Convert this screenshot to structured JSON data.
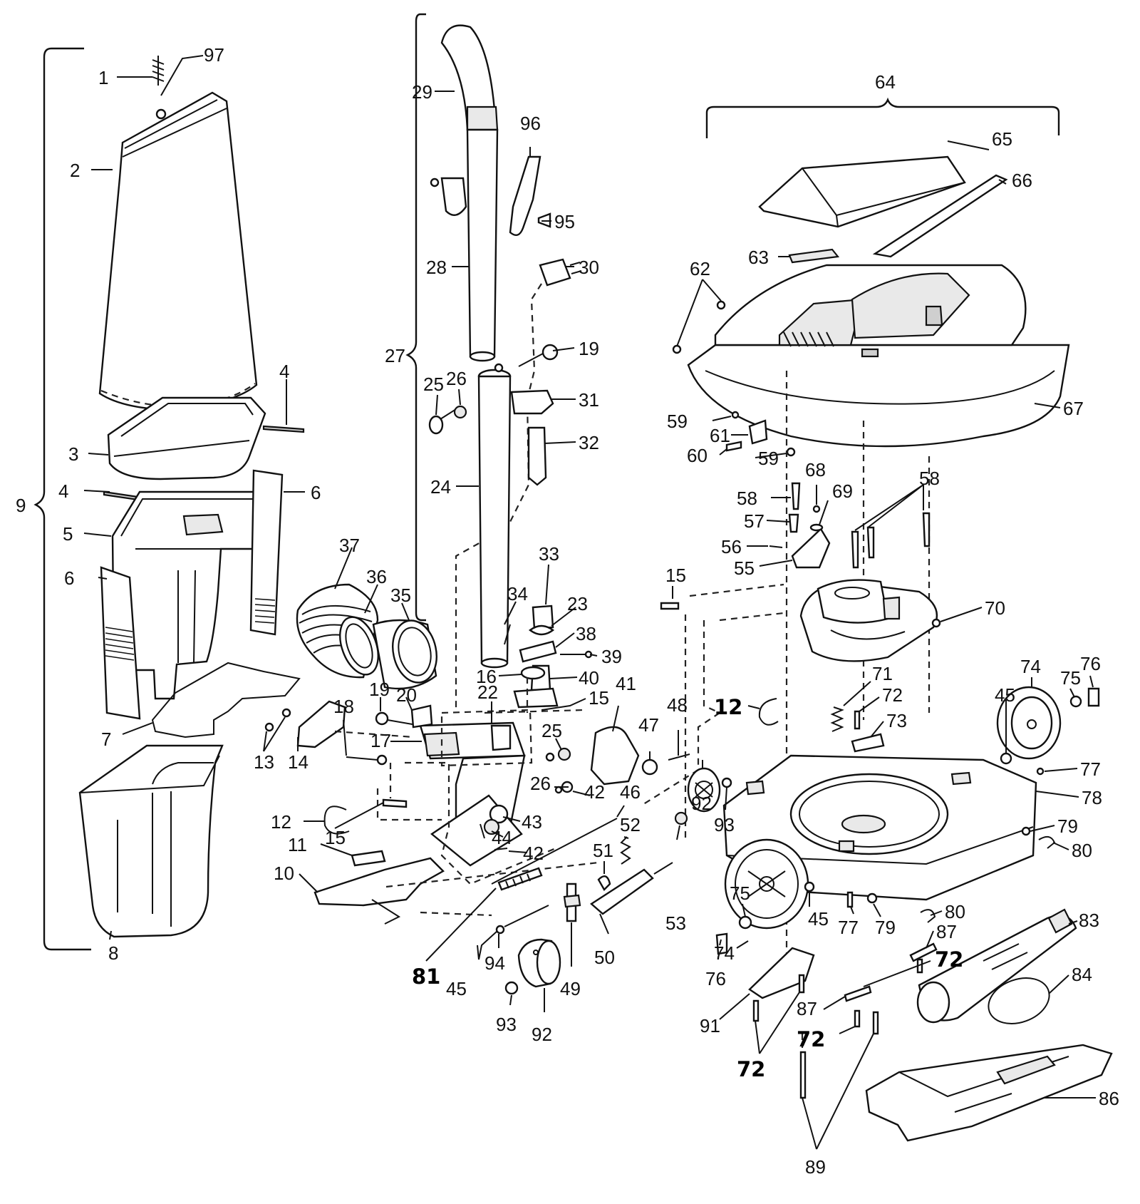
{
  "diagram": {
    "labels": {
      "l1": "1",
      "l97": "97",
      "l2": "2",
      "l4a": "4",
      "l3": "3",
      "l9": "9",
      "l4b": "4",
      "l6a": "6",
      "l5": "5",
      "l6b": "6",
      "l7": "7",
      "l8": "8",
      "l29": "29",
      "l96": "96",
      "l95": "95",
      "l28": "28",
      "l30": "30",
      "l27": "27",
      "l19a": "19",
      "l26a": "26",
      "l25a": "25",
      "l31": "31",
      "l32": "32",
      "l24": "24",
      "l37": "37",
      "l36": "36",
      "l35": "35",
      "l33": "33",
      "l34": "34",
      "l23": "23",
      "l38": "38",
      "l39": "39",
      "l16": "16",
      "l40": "40",
      "l19b": "19",
      "l20": "20",
      "l22": "22",
      "l15a": "15",
      "l41": "41",
      "l18": "18",
      "l17": "17",
      "l25b": "25",
      "l47": "47",
      "l48": "48",
      "l13": "13",
      "l14": "14",
      "l26b": "26",
      "l42a": "42",
      "l46": "46",
      "l12a": "12",
      "l15b": "15",
      "l43": "43",
      "l44": "44",
      "l42b": "42",
      "l11": "11",
      "l10": "10",
      "l52": "52",
      "l51": "51",
      "l81": "81",
      "l45a": "45",
      "l94": "94",
      "l49": "49",
      "l50": "50",
      "l93a": "93",
      "l92a": "92",
      "l64": "64",
      "l65": "65",
      "l66": "66",
      "l63": "63",
      "l62": "62",
      "l67": "67",
      "l59a": "59",
      "l61": "61",
      "l60": "60",
      "l59b": "59",
      "l58a": "58",
      "l68": "68",
      "l69": "69",
      "l58b": "58",
      "l57": "57",
      "l56": "56",
      "l55": "55",
      "l15c": "15",
      "l70": "70",
      "l71": "71",
      "l72a": "72",
      "l73": "73",
      "l12b": "12",
      "l45b": "45",
      "l74a": "74",
      "l75a": "75",
      "l76a": "76",
      "l77a": "77",
      "l78": "78",
      "l92b": "92",
      "l79a": "79",
      "l80a": "80",
      "l93b": "93",
      "l53": "53",
      "l75b": "75",
      "l45c": "45",
      "l77b": "77",
      "l79b": "79",
      "l80b": "80",
      "l83": "83",
      "l87a": "87",
      "l72b": "72",
      "l74b": "74",
      "l76b": "76",
      "l84": "84",
      "l91": "91",
      "l87b": "87",
      "l72c": "72",
      "l72d": "72",
      "l86": "86",
      "l89": "89"
    }
  }
}
